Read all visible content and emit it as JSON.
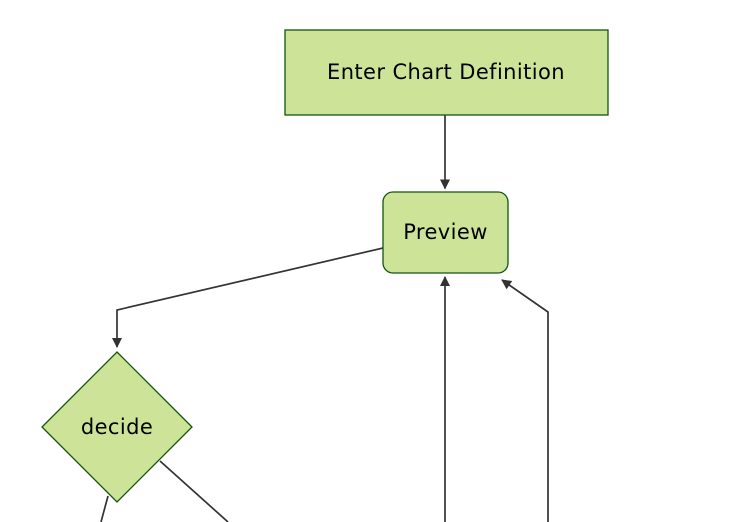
{
  "diagram": {
    "type": "flowchart",
    "direction": "top-down",
    "nodes": [
      {
        "id": "A",
        "label": "Enter Chart Definition",
        "shape": "rectangle"
      },
      {
        "id": "B",
        "label": "Preview",
        "shape": "rounded-rectangle"
      },
      {
        "id": "C",
        "label": "decide",
        "shape": "diamond"
      }
    ],
    "edges": [
      {
        "from": "Enter Chart Definition",
        "to": "Preview",
        "arrow": true
      },
      {
        "from": "Preview",
        "to": "decide",
        "arrow": true
      },
      {
        "from": "decide",
        "to": "offscreen-bottom-left",
        "arrow": false
      },
      {
        "from": "decide",
        "to": "offscreen-bottom-right",
        "arrow": false
      },
      {
        "from": "offscreen-bottom-center",
        "to": "Preview",
        "arrow": true
      },
      {
        "from": "offscreen-bottom-right",
        "to": "Preview",
        "arrow": true
      }
    ],
    "colors": {
      "node_fill": "#cde498",
      "node_border": "#13540c",
      "edge": "#333333",
      "text": "#000000",
      "background": "#ffffff"
    }
  }
}
